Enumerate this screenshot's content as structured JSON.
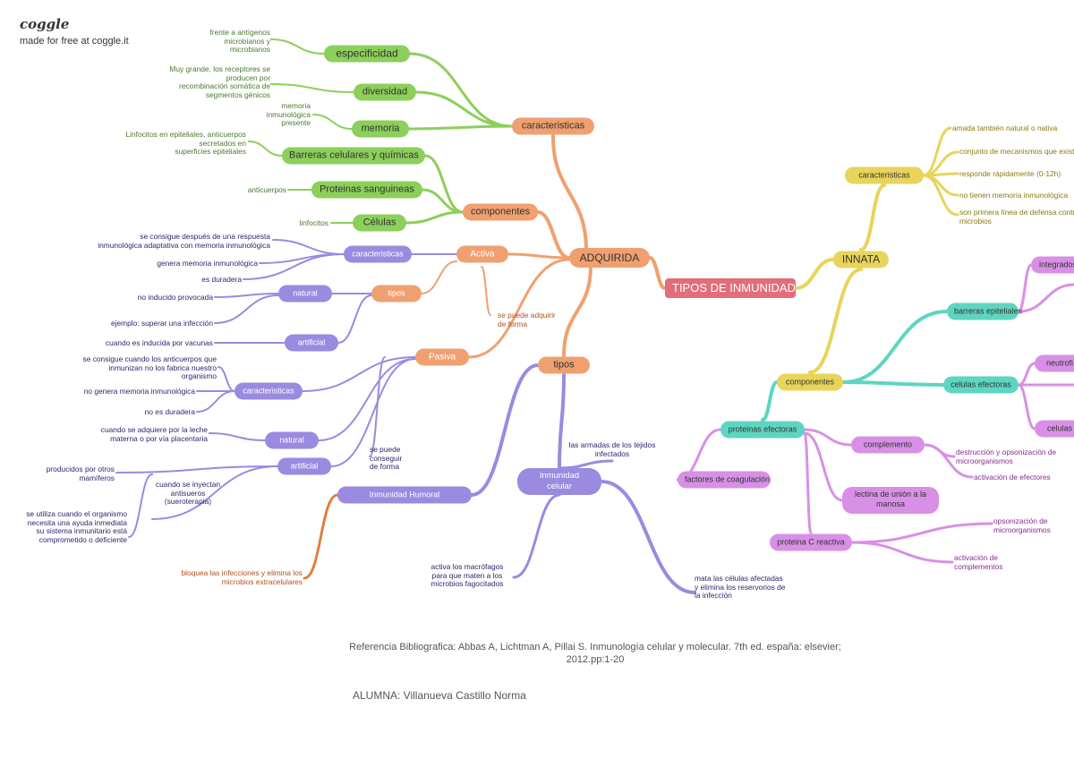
{
  "brand": {
    "logo": "coggle",
    "tagline": "made for free at coggle.it"
  },
  "colors": {
    "root": "#e16e78",
    "adquirida": "#f0a070",
    "adquirida_text": "#333333",
    "green": "#8ccf5a",
    "purple": "#9a8ae0",
    "orange_leaf": "#e08040",
    "yellow": "#e8d45a",
    "teal": "#5ed5c0",
    "magenta": "#d890e6",
    "text_dark": "#555555"
  },
  "nodes": {
    "root": "TIPOS DE INMUNIDAD",
    "adquirida": "ADQUIRIDA",
    "caracteristicas": "caracteristicas",
    "especificidad": "especificidad",
    "diversidad": "diversidad",
    "memoria": "memoria",
    "componentes": "componentes",
    "barreras": "Barreras celulares y químicas",
    "proteinas": "Proteinas sanguineas",
    "celulas": "Células",
    "activa": "Activa",
    "activa_caracteristicas": "caracteristicas",
    "activa_tipos": "tipos",
    "activa_natural": "natural",
    "activa_artificial": "artificial",
    "pasiva": "Pasiva",
    "pasiva_caracteristicas": "caracteristicas",
    "pasiva_natural": "natural",
    "pasiva_artificial": "artificial",
    "tipos": "tipos",
    "humoral": "Inmunidad Humoral",
    "celular": "Inmunidad\ncelular",
    "innata": "INNATA",
    "innata_caracteristicas": "caracteristicas",
    "innata_componentes": "componentes",
    "barreras_epiteliales": "barreras epiteliales",
    "celulas_efectoras": "celulas efectoras",
    "proteinas_efectoras": "proteinas efectoras",
    "factores_coagulacion": "factores de coagulación",
    "complemento": "complemento",
    "lectina": "lectina de unión a la\nmanosa",
    "proteina_c": "proteina C reactiva",
    "integrados": "integrados",
    "neutrofilos": "neutrofi",
    "celulas_ce": "celulas"
  },
  "leaves": {
    "especificidad_desc": "frente a antígenos\nmicrobianos y\nmicrobianos",
    "diversidad_desc": "Muy grande, los receptores se\nproducen por\nrecombinación somática de\nsegmentos génicos",
    "memoria_desc": "memoria\ninmunológica\npresente",
    "barreras_desc": "Linfocitos en epiteliales, anticuerpos\nsecretados en\nsuperficies epiteliales",
    "proteinas_desc": "anticuerpos",
    "celulas_desc": "linfocitos",
    "act_car_1": "se consigue después de una respuesta\ninmunológica adaptativa con memoria inmunológica",
    "act_car_2": "genera memoria inmunológica",
    "act_car_3": "es duradera",
    "act_nat_1": "no inducido provocada",
    "act_nat_2": "ejemplo: superar una infección",
    "act_art": "cuando es inducida por vacunas",
    "se_puede_1": "se puede adquirir\nde forma",
    "pas_car_1": "se consigue cuando los anticuerpos que\ninmunizan no los fabrica nuestro\norganismo",
    "pas_car_2": "no genera memoria inmunológica",
    "pas_car_3": "no es duradera",
    "pas_nat": "cuando se adquiere por la leche\nmaterna o por vía placentaria",
    "pas_art_1": "producidos por otros\nmamíferos",
    "pas_art_2": "cuando se inyectan\nantisueros\n(sueroterapia)",
    "pas_art_3": "se utiliza cuando el organismo\nnecesita una ayuda inmediata\nsu sistema inmunitario está\ncomprometido o deficiente",
    "se_puede_2": "se puede\nconseguir\nde forma",
    "humoral_desc": "bloquea las infecciones y elimina los\nmicrobios extracelulares",
    "celular_1": "las armadas de los tejidos\ninfectados",
    "celular_2": "activa los macrófagos\npara que maten a los\nmicrobios fagocitados",
    "celular_3": "mata las células afectadas\ny elimina los reservorios de\nla infección",
    "inn_car_1": "amada también natural o nativa",
    "inn_car_2": "conjunto de mecanismos que existe",
    "inn_car_3": "responde rápidamente (0-12h)",
    "inn_car_4": "no tienen memoria inmunológica",
    "inn_car_5": "son primera línea de defensa contra\nmicrobios",
    "comp_1": "destrucción y opsonización de\nmicroorganismos",
    "comp_2": "activación de efectores",
    "pcr_1": "opsonización de\nmicroorganismos",
    "pcr_2": "activación de\ncomplementos"
  },
  "footer": {
    "reference": "Referencia Bibliografica: Abbas A, Lichtman A, Pillai S. Inmunología celular y molecular. 7th ed. españa: elsevier;\n2012.pp:1-20",
    "student": "ALUMNA: Villanueva Castillo Norma"
  }
}
